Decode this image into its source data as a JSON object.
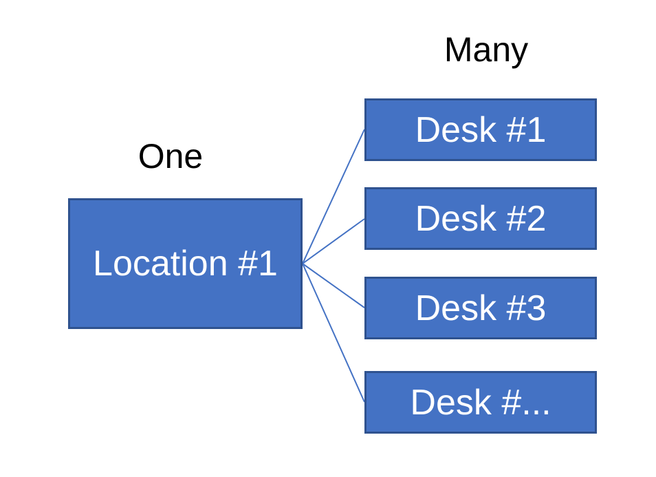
{
  "diagram": {
    "title_hint": "one-to-many relationship diagram",
    "labels": {
      "one": "One",
      "many": "Many"
    },
    "parent": {
      "label": "Location #1"
    },
    "children": [
      {
        "label": "Desk #1"
      },
      {
        "label": "Desk #2"
      },
      {
        "label": "Desk #3"
      },
      {
        "label": "Desk #..."
      }
    ],
    "colors": {
      "box_fill": "#4472C4",
      "box_border": "#2F528F",
      "connector": "#4472C4",
      "box_text": "#FFFFFF",
      "label_text": "#000000",
      "background": "#FFFFFF"
    }
  }
}
